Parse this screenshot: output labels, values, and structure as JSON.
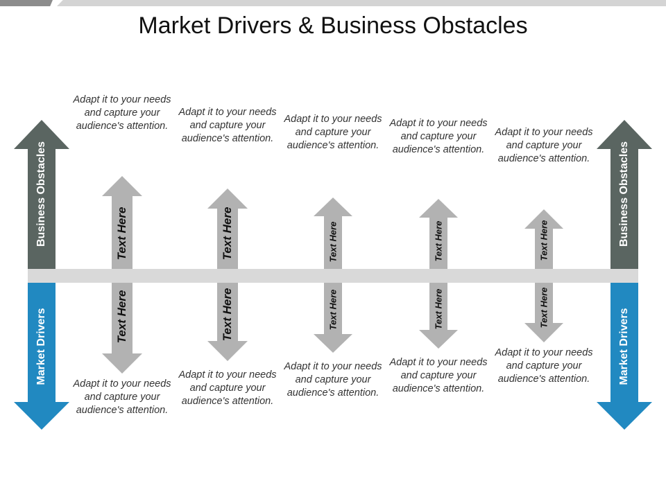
{
  "title": "Market Drivers & Business Obstacles",
  "left_up_label": "Business Obstacles",
  "left_down_label": "Market Drivers",
  "right_up_label": "Business Obstacles",
  "right_down_label": "Market Drivers",
  "colors": {
    "obstacles": "#5a6561",
    "drivers": "#2189c1",
    "small_arrow": "#b2b2b2",
    "axis": "#d9d9d9"
  },
  "columns": [
    {
      "up_label": "Text Here",
      "down_label": "Text Here",
      "top_caption": "Adapt it to your needs and capture your audience's attention.",
      "bottom_caption": "Adapt it to your needs and capture your audience's attention."
    },
    {
      "up_label": "Text Here",
      "down_label": "Text Here",
      "top_caption": "Adapt it to your needs and capture your audience's attention.",
      "bottom_caption": "Adapt it to your needs and capture your audience's attention."
    },
    {
      "up_label": "Text Here",
      "down_label": "Text Here",
      "top_caption": "Adapt it to your needs and capture your audience's attention.",
      "bottom_caption": "Adapt it to your needs and capture your audience's attention."
    },
    {
      "up_label": "Text Here",
      "down_label": "Text Here",
      "top_caption": "Adapt it to your needs and capture your audience's attention.",
      "bottom_caption": "Adapt it to your needs and capture your audience's attention."
    },
    {
      "up_label": "Text Here",
      "down_label": "Text Here",
      "top_caption": "Adapt it to your needs and capture your audience's attention.",
      "bottom_caption": "Adapt it to your needs and capture your audience's attention."
    }
  ]
}
